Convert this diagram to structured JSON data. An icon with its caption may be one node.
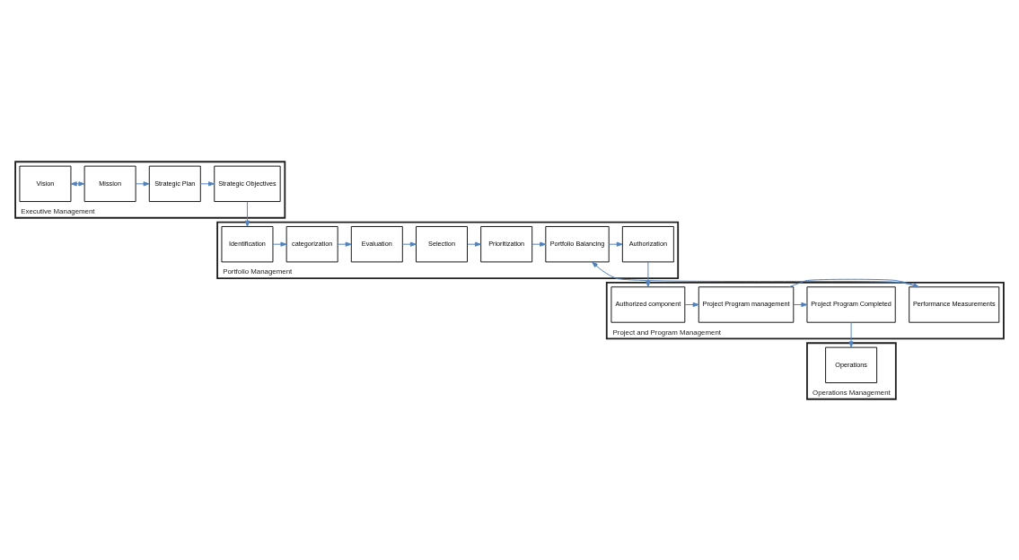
{
  "diagram": {
    "nodes": [
      {
        "text": [
          "Executive Management"
        ]
      },
      {
        "text": [
          "Vision"
        ],
        "in": 0
      },
      {
        "text": [
          "Mission"
        ],
        "in": 0
      },
      {
        "text": [
          "Strategic Plan"
        ],
        "in": 0
      },
      {
        "text": [
          "Strategic Objectives"
        ],
        "in": 0
      },
      {
        "text": [
          "Portfolio Management"
        ]
      },
      {
        "text": [
          "Identification"
        ],
        "in": 5
      },
      {
        "text": [
          "categorization"
        ],
        "in": 5
      },
      {
        "text": [
          "Evaluation"
        ],
        "in": 5
      },
      {
        "text": [
          "Selection"
        ],
        "in": 5
      },
      {
        "text": [
          "Prioritization"
        ],
        "in": 5
      },
      {
        "text": [
          "Portfolio Balancing"
        ],
        "in": 5
      },
      {
        "text": [
          "Authorization"
        ],
        "in": 5
      },
      {
        "text": [
          "Project and Program Management"
        ]
      },
      {
        "text": [
          "Authorized component"
        ],
        "in": 13
      },
      {
        "text": [
          "Project Program management"
        ],
        "in": 13
      },
      {
        "text": [
          "Performance Measurements"
        ],
        "in": 13
      },
      {
        "text": [
          "Project Program Completed"
        ],
        "in": 13
      },
      {
        "text": [
          "Operations Management"
        ]
      },
      {
        "text": [
          "Operations"
        ],
        "in": 18
      }
    ],
    "edges": [
      {
        "from": 1,
        "to": 2,
        "arrow": "both"
      },
      {
        "from": 2,
        "to": 3,
        "arrow": "to"
      },
      {
        "from": 3,
        "to": 4,
        "arrow": "to"
      },
      {
        "from": 4,
        "to": 6,
        "arrow": "to"
      },
      {
        "from": 6,
        "to": 7,
        "arrow": "to"
      },
      {
        "from": 7,
        "to": 8,
        "arrow": "to"
      },
      {
        "from": 8,
        "to": 9,
        "arrow": "to"
      },
      {
        "from": 9,
        "to": 10,
        "arrow": "to"
      },
      {
        "from": 10,
        "to": 11,
        "arrow": "to"
      },
      {
        "from": 11,
        "to": 12,
        "arrow": "to"
      },
      {
        "from": 12,
        "to": 14,
        "arrow": "to"
      },
      {
        "from": 14,
        "to": 15,
        "arrow": "to"
      },
      {
        "from": 15,
        "to": 16,
        "arrow": "to"
      },
      {
        "from": 16,
        "to": 11,
        "arrow": "to"
      },
      {
        "from": 15,
        "to": 17,
        "arrow": "to"
      },
      {
        "from": 17,
        "to": 19,
        "arrow": "to"
      }
    ]
  }
}
